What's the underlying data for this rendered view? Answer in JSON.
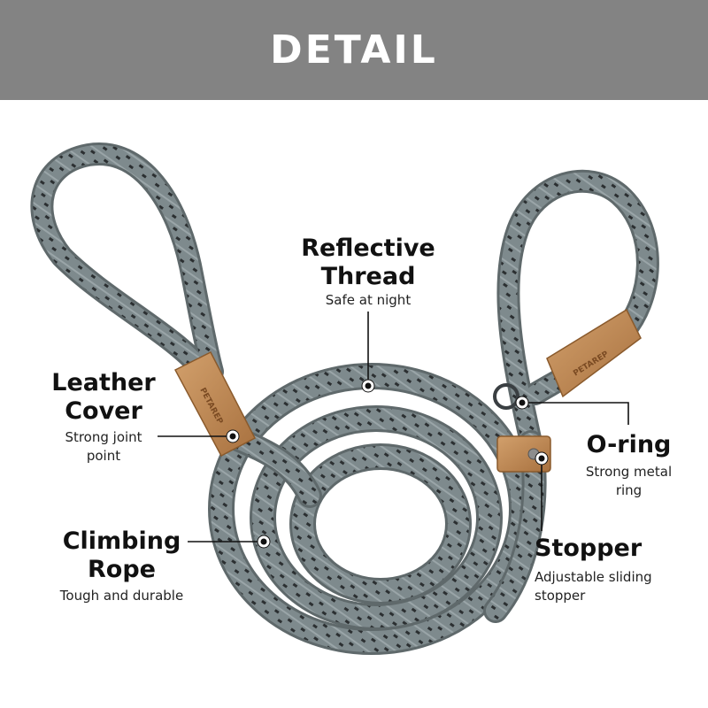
{
  "banner": {
    "title": "DETAIL"
  },
  "callouts": {
    "reflective": {
      "title_line1": "Reflective",
      "title_line2": "Thread",
      "subtitle": "Safe at night"
    },
    "leather": {
      "title_line1": "Leather",
      "title_line2": "Cover",
      "subtitle_line1": "Strong joint",
      "subtitle_line2": "point"
    },
    "climbing": {
      "title_line1": "Climbing",
      "title_line2": "Rope",
      "subtitle": "Tough and durable"
    },
    "oring": {
      "title": "O-ring",
      "subtitle_line1": "Strong metal",
      "subtitle_line2": "ring"
    },
    "stopper": {
      "title": "Stopper",
      "subtitle_line1": "Adjustable sliding",
      "subtitle_line2": "stopper"
    }
  },
  "product": {
    "brand": "PETAREP"
  },
  "colors": {
    "banner": "#838383",
    "rope": "#7e8a8d",
    "leather": "#c08a55",
    "text": "#111111"
  }
}
